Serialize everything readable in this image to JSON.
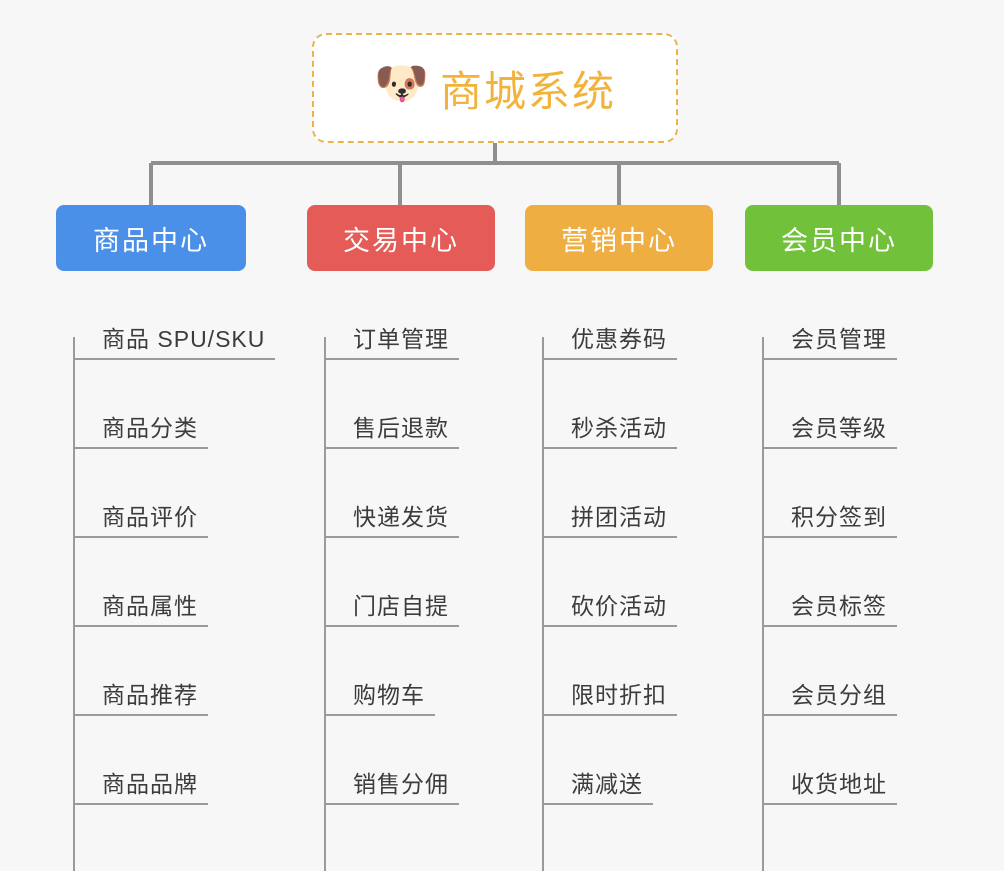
{
  "diagram": {
    "type": "org-chart",
    "title": "商城系统",
    "background_color": "#f7f7f7",
    "root": {
      "label": "商城系统",
      "icon": "shiba-dog-face-emoji",
      "emoji": "🐶",
      "text_color": "#f2b33d",
      "border_color": "#e9b44c",
      "background_color": "#ffffff"
    },
    "branches": [
      {
        "label": "商品中心",
        "color": "#4a90e8",
        "items": [
          "商品 SPU/SKU",
          "商品分类",
          "商品评价",
          "商品属性",
          "商品推荐",
          "商品品牌"
        ]
      },
      {
        "label": "交易中心",
        "color": "#e55b58",
        "items": [
          "订单管理",
          "售后退款",
          "快递发货",
          "门店自提",
          "购物车",
          "销售分佣"
        ]
      },
      {
        "label": "营销中心",
        "color": "#eeae41",
        "items": [
          "优惠券码",
          "秒杀活动",
          "拼团活动",
          "砍价活动",
          "限时折扣",
          "满减送"
        ]
      },
      {
        "label": "会员中心",
        "color": "#72c13b",
        "items": [
          "会员管理",
          "会员等级",
          "积分签到",
          "会员标签",
          "会员分组",
          "收货地址"
        ]
      }
    ],
    "connector_color": "#8f8f8f"
  }
}
